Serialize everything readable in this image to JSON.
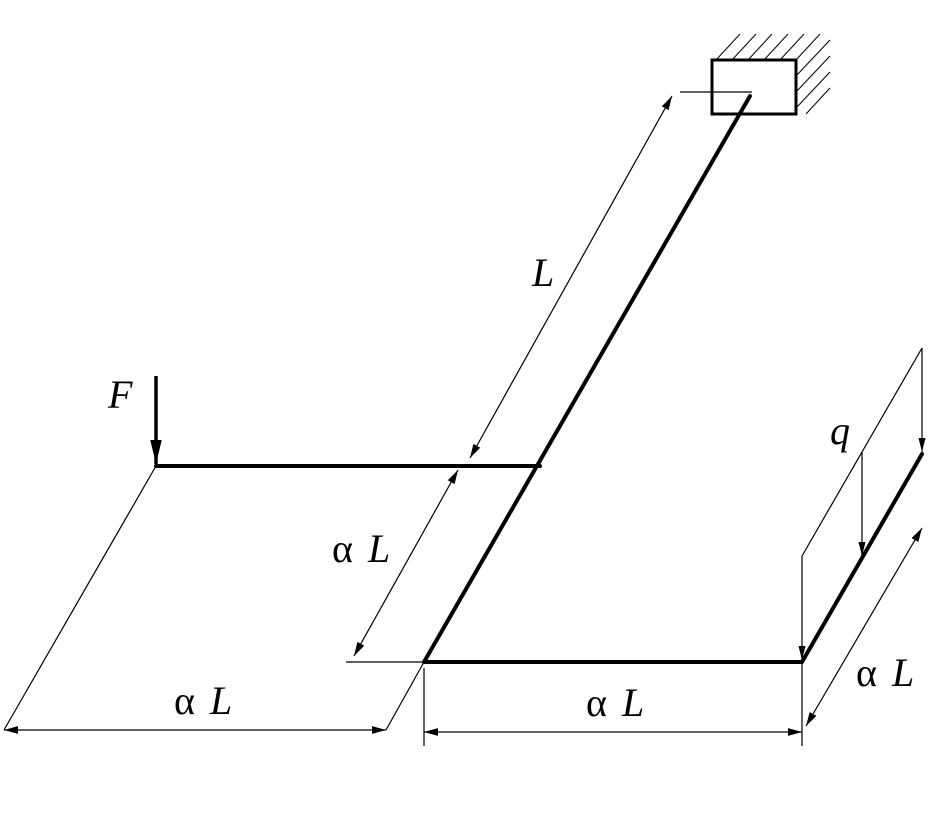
{
  "labels": {
    "force": "F",
    "load": "q",
    "length_main": "L",
    "alpha": "α",
    "length_symbol": "L"
  },
  "colors": {
    "ink": "#000000",
    "background": "#ffffff"
  }
}
